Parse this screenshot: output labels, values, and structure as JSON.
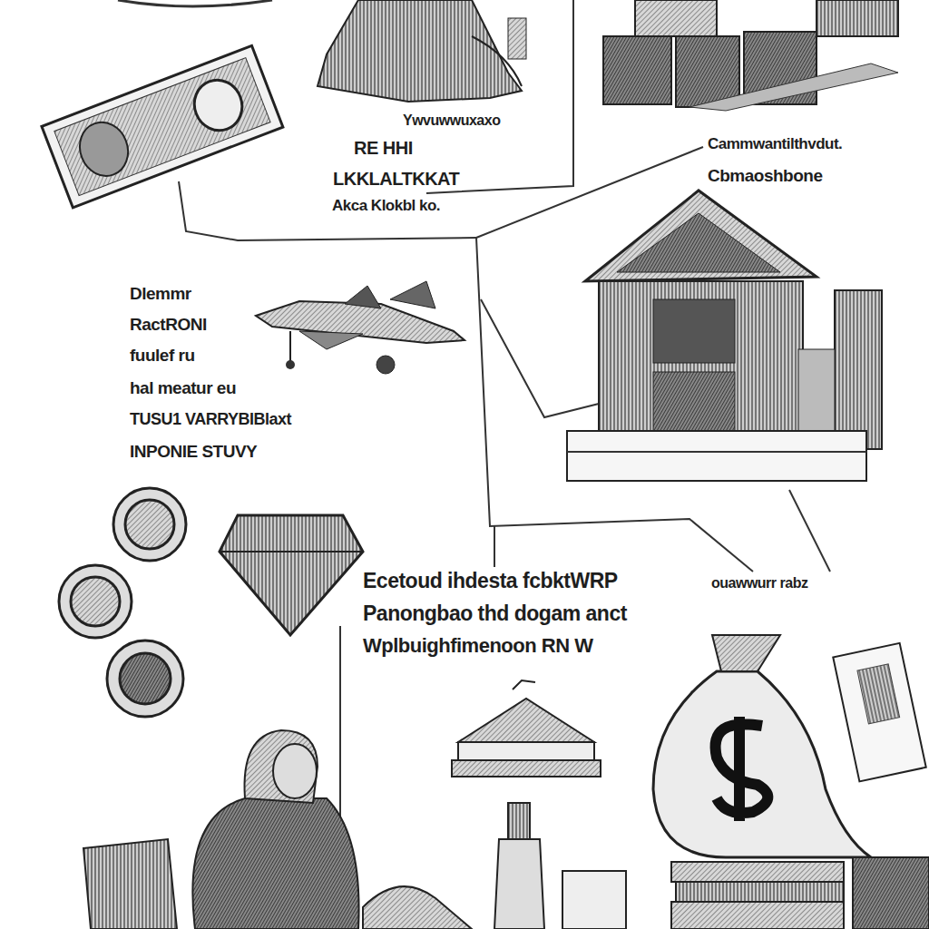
{
  "diagram": {
    "labels": [
      "Ywvuwwuxaxo",
      "RE HHI",
      "LKKLALTKKAT",
      "Akca Klokbl ko.",
      "Cammwantilthvdut.",
      "Cbmaoshbone",
      "Dlemmr",
      "RactRONI",
      "fuulef ru",
      "hal meatur eu",
      "TUSU1 VARRYBIBlaxt",
      "INPONIE STUVY",
      "Ecetoud ihdesta fcbktWRP",
      "Panongbao thd dogam anct",
      "Wplbuighfimenoon RN W",
      "ouawwurr rabz"
    ]
  }
}
